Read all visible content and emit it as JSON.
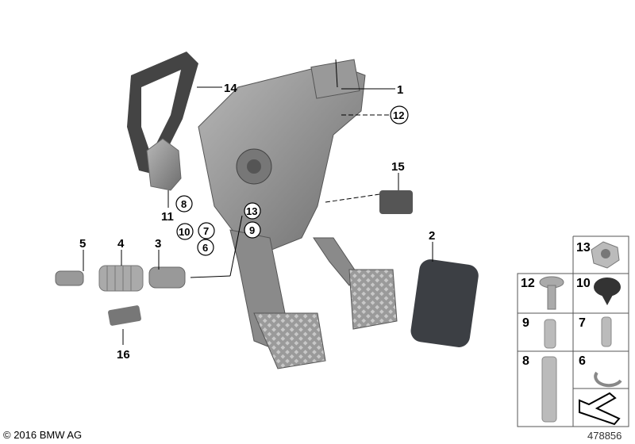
{
  "diagram": {
    "callouts": [
      "1",
      "2",
      "3",
      "4",
      "5",
      "11",
      "14",
      "15",
      "16"
    ],
    "circled_callouts": [
      "8",
      "10",
      "7",
      "6",
      "13",
      "9",
      "12"
    ],
    "parts_table": [
      "13",
      "12",
      "10",
      "9",
      "7",
      "8",
      "6"
    ]
  },
  "footer": {
    "copyright": "© 2016 BMW AG",
    "diagram_number": "478856"
  },
  "colors": {
    "part_gray": "#8e8e8e",
    "dark_part": "#3c3f44",
    "line": "#000000"
  }
}
